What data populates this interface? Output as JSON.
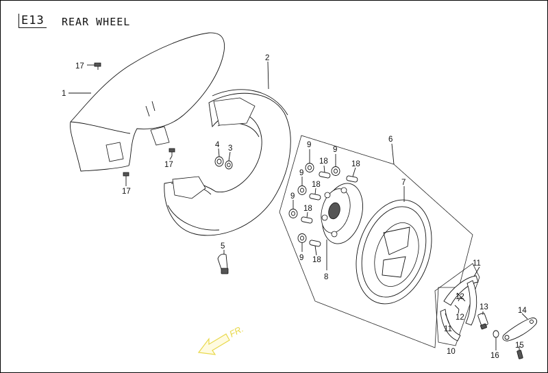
{
  "header": {
    "code": "E13",
    "title": "REAR WHEEL"
  },
  "direction_label": "FR.",
  "callouts": {
    "fender": "1",
    "tire": "2",
    "washer": "3",
    "nut_a": "4",
    "valve": "5",
    "hub_group": "6",
    "rim": "7",
    "hub": "8",
    "nut_9a": "9",
    "nut_9b": "9",
    "nut_9c": "9",
    "nut_9d": "9",
    "nut_9e": "9",
    "brake_shoe_set": "10",
    "shoe_a": "11",
    "shoe_b": "11",
    "spring_a": "12",
    "spring_b": "12",
    "cam": "13",
    "lever": "14",
    "bolt_15": "15",
    "washer_16": "16",
    "screw_a": "17",
    "screw_b": "17",
    "screw_c": "17",
    "stud_a": "18",
    "stud_b": "18",
    "stud_c": "18",
    "stud_d": "18",
    "stud_e": "18"
  }
}
